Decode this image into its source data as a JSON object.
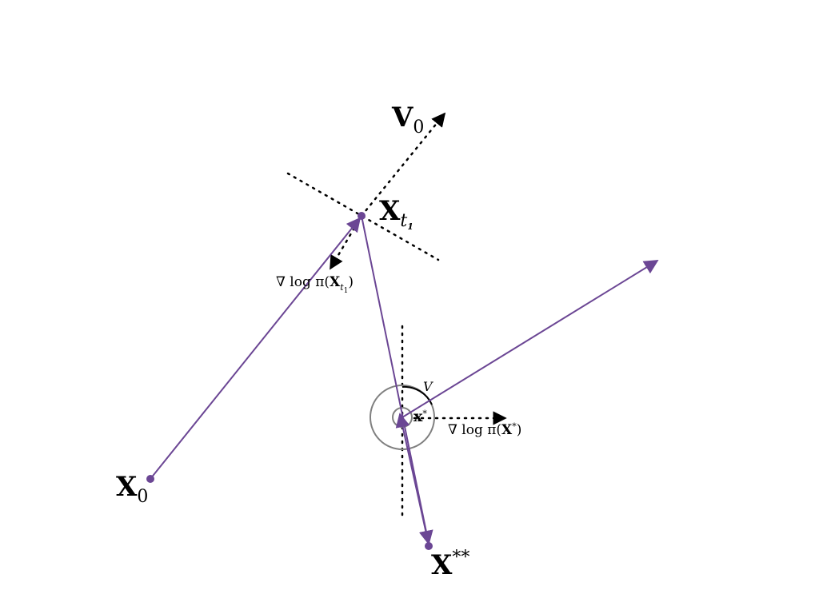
{
  "labels": {
    "x0": {
      "main": "X",
      "sub": "0"
    },
    "v0": {
      "main": "V",
      "sub": "0"
    },
    "xt1": {
      "main": "X",
      "sub": "t",
      "sub2": "1"
    },
    "xstar": {
      "main": "x",
      "sup": "*"
    },
    "xstarstar": {
      "main": "X",
      "sup": "**"
    },
    "v": "V",
    "grad_xt1": {
      "prefix": "∇ log π(",
      "main": "X",
      "sub": "t",
      "sub2": "1",
      "suffix": ")"
    },
    "grad_xstar": {
      "prefix": "∇ log π(",
      "main": "X",
      "sup": "*",
      "suffix": ")"
    }
  },
  "colors": {
    "trajectory": "#6b4694",
    "dotted": "#000000",
    "circle": "#808080"
  }
}
